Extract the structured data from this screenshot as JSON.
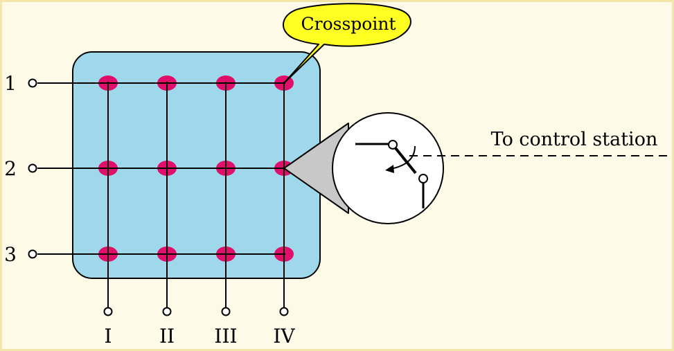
{
  "colors": {
    "background": "#fefae8",
    "frame_border": "#f3e6a8",
    "switch_box_fill": "#9ed8ea",
    "crosspoint_dot": "#e0106a",
    "callout_fill": "#ffff22",
    "zoom_wedge_fill": "#c8c8c8",
    "line": "#000000"
  },
  "diagram": {
    "inputs": [
      "1",
      "2",
      "3"
    ],
    "outputs": [
      "I",
      "II",
      "III",
      "IV"
    ],
    "callout_label": "Crosspoint",
    "control_label": "To control station",
    "crosspoints": {
      "rows": 3,
      "columns": 4
    }
  }
}
